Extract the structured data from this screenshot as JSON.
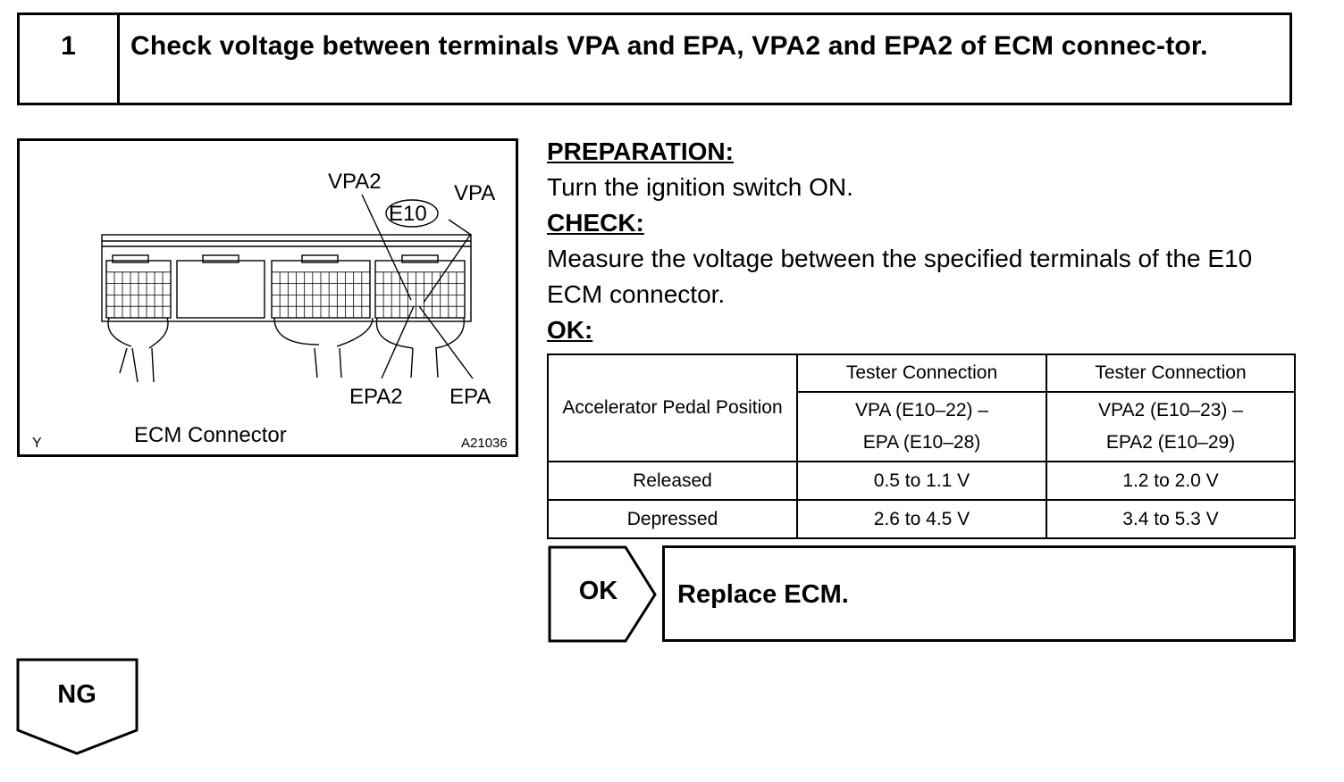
{
  "step": {
    "number": "1",
    "title": "Check voltage between terminals VPA and EPA, VPA2 and EPA2 of ECM connec-tor."
  },
  "figure": {
    "labels": {
      "vpa2": "VPA2",
      "vpa": "VPA",
      "e10": "E10",
      "epa2": "EPA2",
      "epa": "EPA",
      "connector": "ECM Connector",
      "corner": "Y",
      "code": "A21036"
    }
  },
  "preparation": {
    "heading": "PREPARATION:",
    "text": "Turn the ignition switch ON."
  },
  "check": {
    "heading": "CHECK:",
    "text": "Measure the voltage between the specified terminals of the E10 ECM connector."
  },
  "ok_heading": "OK:",
  "table": {
    "row_header": "Accelerator Pedal Position",
    "columns": [
      {
        "header": "Tester Connection",
        "line1": "VPA (E10–22) –",
        "line2": "EPA (E10–28)"
      },
      {
        "header": "Tester Connection",
        "line1": "VPA2 (E10–23) –",
        "line2": "EPA2 (E10–29)"
      }
    ],
    "rows": [
      {
        "position": "Released",
        "values": [
          "0.5 to 1.1 V",
          "1.2 to 2.0 V"
        ]
      },
      {
        "position": "Depressed",
        "values": [
          "2.6 to 4.5 V",
          "3.4 to 5.3 V"
        ]
      }
    ]
  },
  "ok_result": {
    "label": "OK",
    "action": "Replace ECM."
  },
  "ng_result": {
    "label": "NG"
  }
}
